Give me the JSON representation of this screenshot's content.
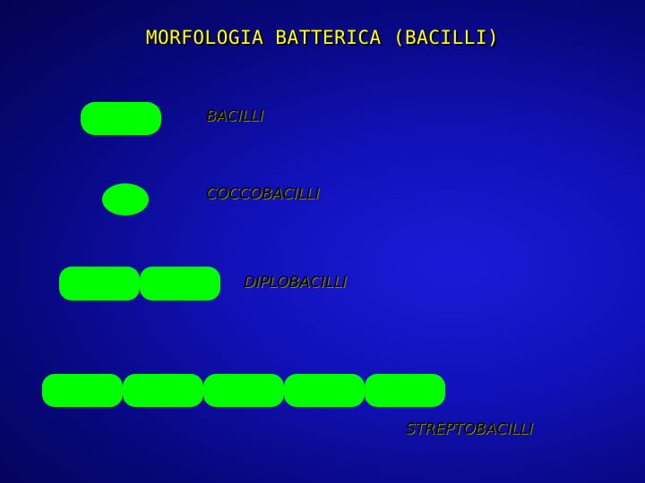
{
  "title": "MORFOLOGIA BATTERICA (BACILLI)",
  "colors": {
    "background": "#1111b8",
    "title": "#ffff00",
    "bacteria": "#00ff00",
    "label": "#000000"
  },
  "groups": [
    {
      "id": "bacilli",
      "label": "BACILLI",
      "cell_count": 1,
      "shape": "rod"
    },
    {
      "id": "coccobacilli",
      "label": "COCCOBACILLI",
      "cell_count": 1,
      "shape": "short-rod"
    },
    {
      "id": "diplobacilli",
      "label": "DIPLOBACILLI",
      "cell_count": 2,
      "shape": "rod-pair"
    },
    {
      "id": "streptobacilli",
      "label": "STREPTOBACILLI",
      "cell_count": 5,
      "shape": "rod-chain"
    }
  ]
}
